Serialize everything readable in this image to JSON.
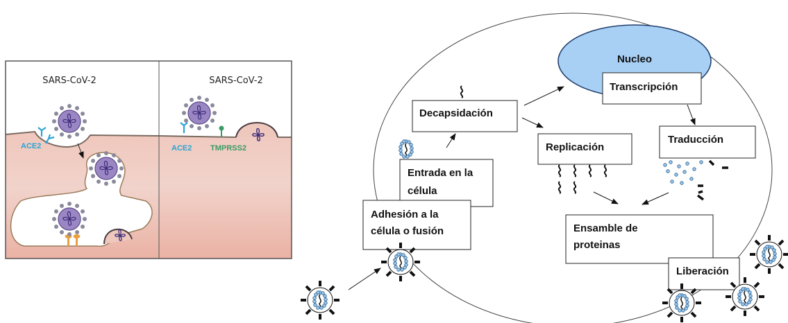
{
  "left_figure": {
    "panel_left_title": "SARS-CoV-2",
    "panel_right_title": "SARS-CoV-2",
    "receptor_ace2_left": "ACE2",
    "receptor_ace2_right": "ACE2",
    "protease": "TMPRSS2",
    "colors": {
      "cell": "#efc2b6",
      "receptor": "#2aa3d4",
      "protease": "#3a9a66",
      "virus": "#9b86c4"
    }
  },
  "cycle": {
    "nucleus": "Nucleo",
    "steps": {
      "transcripcion": "Transcripción",
      "decapsidacion": "Decapsidación",
      "replicacion": "Replicación",
      "traduccion": "Traducción",
      "entrada_line1": "Entrada en la",
      "entrada_line2": "célula",
      "adhesion_line1": "Adhesión a la",
      "adhesion_line2": "célula o fusión",
      "ensamble_line1": "Ensamble de",
      "ensamble_line2": "proteinas",
      "liberacion": "Liberación"
    },
    "colors": {
      "nucleus": "#a8d0f5",
      "capsid": "#9cc8ef"
    }
  }
}
